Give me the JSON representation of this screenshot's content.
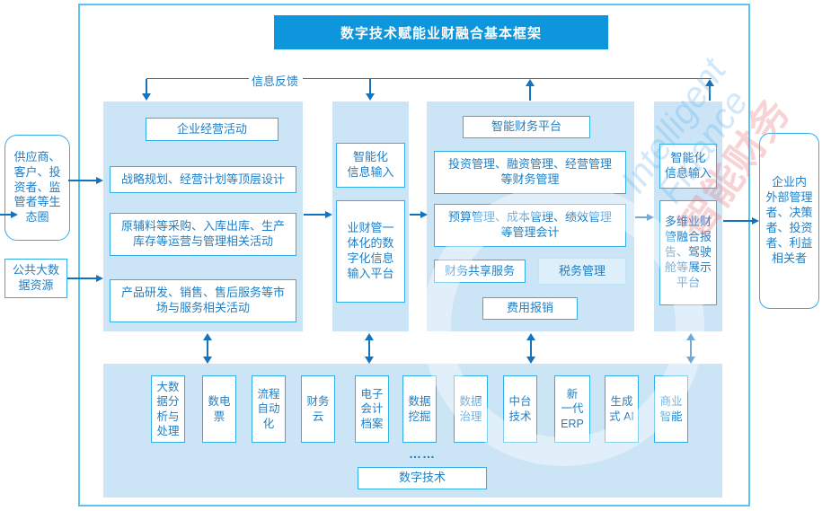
{
  "title": "数字技术赋能业财融合基本框架",
  "feedback_label": "信息反馈",
  "left": {
    "ecosystem": "供应商、\n客户、投\n资者、监\n管者等生\n态圈",
    "public_data": "公共大数\n据资源"
  },
  "right": {
    "stakeholders": "企业内\n外部管理\n者、决策\n者、投资\n者、利益\n相关者"
  },
  "panel_business": {
    "header": "企业经营活动",
    "items": [
      "战略规划、经营计划等顶层设计",
      "原辅料等采购、入库出库、生产\n库存等运营与管理相关活动",
      "产品研发、销售、售后服务等市\n场与服务相关活动"
    ]
  },
  "panel_input": {
    "top": "智能化\n信息输入",
    "main": "业财管一\n体化的数\n字化信息\n输入平台"
  },
  "panel_finance": {
    "header": "智能财务平台",
    "items": [
      "投资管理、融资管理、经营管理\n等财务管理",
      "预算管理、成本管理、绩效管理\n等管理会计"
    ],
    "shared_service": "财务共享服务",
    "tax": "税务管理",
    "expense": "费用报销"
  },
  "panel_output": {
    "top": "智能化\n信息输入",
    "main": "多维业财\n管融合报\n告、驾驶\n舱等展示\n平台"
  },
  "bottom": {
    "techs": [
      "大数\n据分\n析与\n处理",
      "数电\n票",
      "流程\n自动\n化",
      "财务\n云",
      "电子\n会计\n档案",
      "数据\n挖掘",
      "数据\n治理",
      "中台\n技术",
      "新\n一代\nERP",
      "生成\n式 AI",
      "商业\n智能"
    ],
    "ellipsis": "……",
    "label": "数字技术"
  },
  "watermark": {
    "en_line1": "Intelligent",
    "en_line2": "Finance",
    "cn": "智能财务"
  },
  "colors": {
    "title_bar": "#0D96DB",
    "panel_fill": "#CBE5F6",
    "box_border": "#33AEE6",
    "text_blue": "#1E7FC6",
    "arrow_blue": "#1473BE",
    "frame_border": "#5AC6F0",
    "tax_fill": "#DCEFFB"
  }
}
